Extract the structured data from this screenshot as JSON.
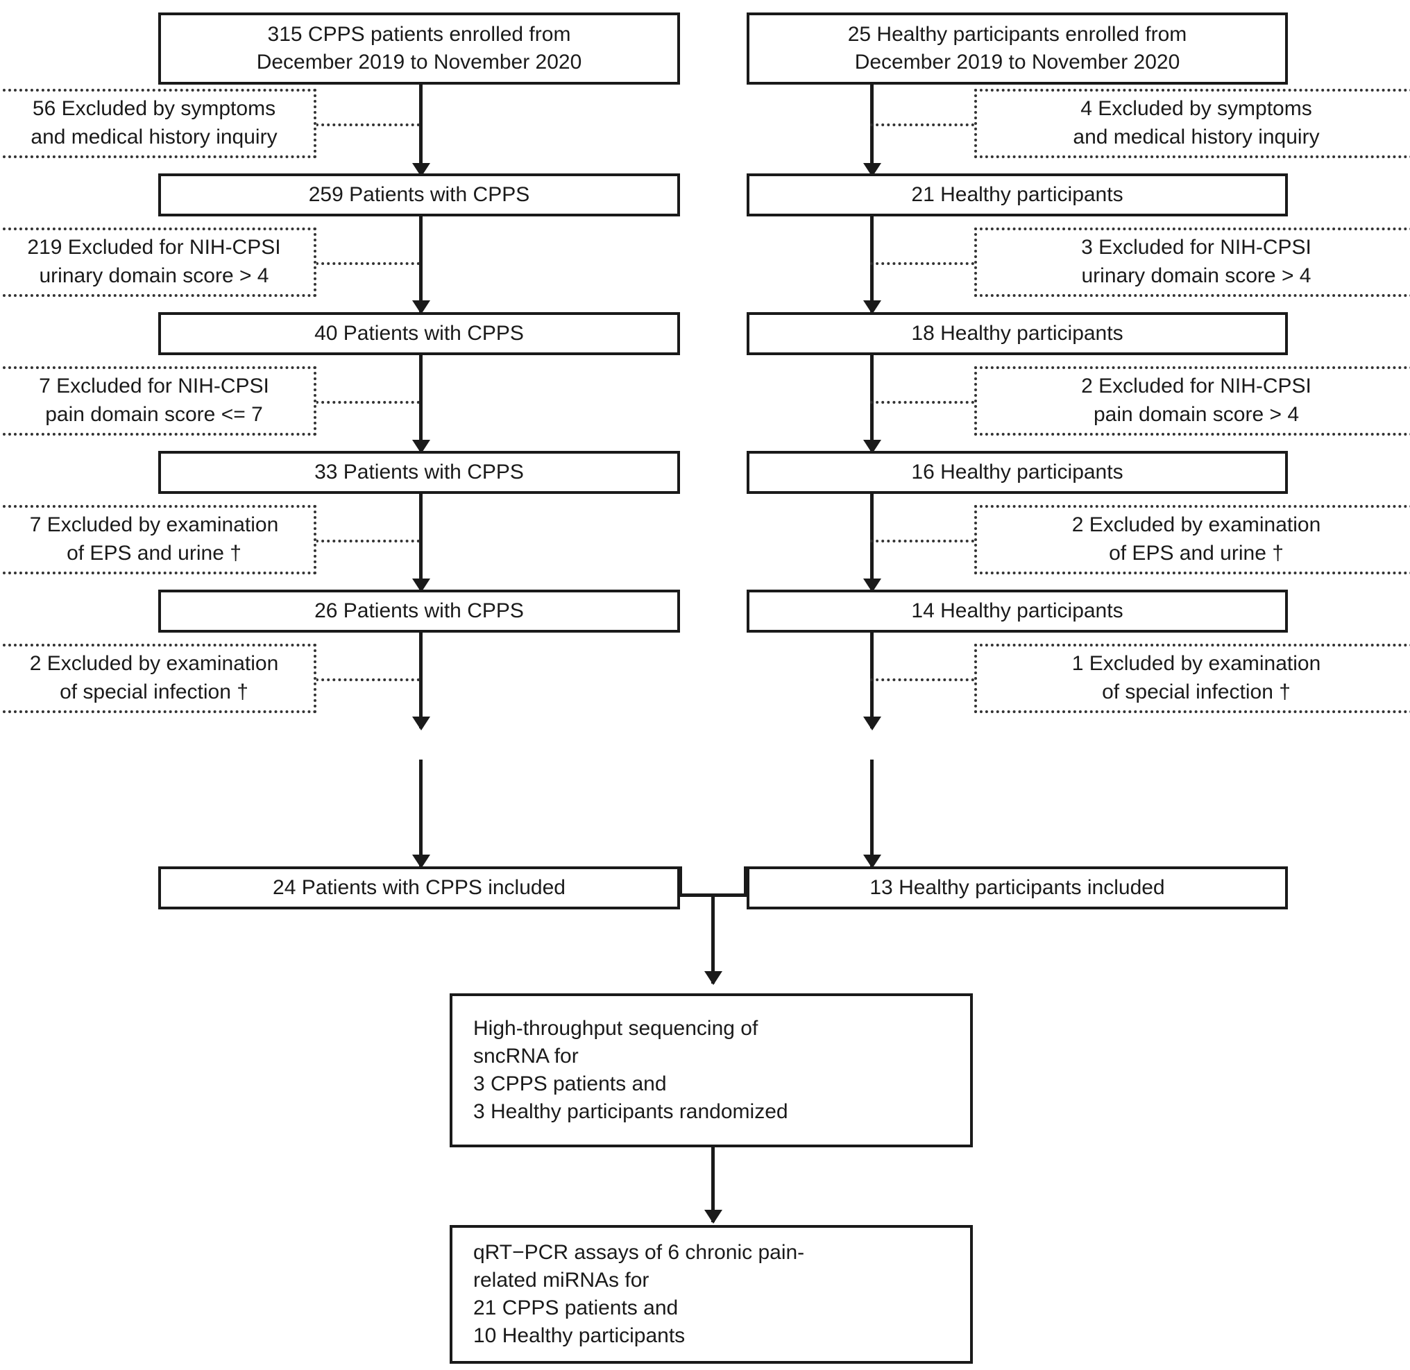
{
  "figure": {
    "type": "flowchart",
    "description": "Participant enrollment and exclusion flow diagram for CPPS patients and healthy participants"
  },
  "left_column": {
    "enrolled": "315 CPPS patients enrolled from\nDecember 2019 to November 2020",
    "after_symptoms": "259 Patients with CPPS",
    "after_urinary": "40 Patients with CPPS",
    "after_pain": "33 Patients with CPPS",
    "after_eps": "26 Patients with CPPS",
    "included": "24 Patients with CPPS included"
  },
  "left_exclusions": {
    "symptoms": "56 Excluded by symptoms\nand medical history inquiry",
    "urinary": "219 Excluded for NIH-CPSI\nurinary domain score > 4",
    "pain": "7 Excluded for NIH-CPSI\npain domain score <= 7",
    "eps": "7 Excluded by examination\nof EPS and urine †",
    "infection": "2 Excluded by examination\nof special infection †"
  },
  "right_column": {
    "enrolled": "25 Healthy participants enrolled from\nDecember 2019 to November 2020",
    "after_symptoms": "21 Healthy participants",
    "after_urinary": "18 Healthy participants",
    "after_pain": "16 Healthy participants",
    "after_eps": "14 Healthy participants",
    "included": "13 Healthy participants included"
  },
  "right_exclusions": {
    "symptoms": "4 Excluded by symptoms\nand medical history inquiry",
    "urinary": "3 Excluded for NIH-CPSI\nurinary domain score > 4",
    "pain": "2 Excluded for NIH-CPSI\npain domain score > 4",
    "eps": "2 Excluded by examination\nof EPS and urine †",
    "infection": "1 Excluded by examination\nof special infection †"
  },
  "merged_steps": {
    "sequencing": "High-throughput sequencing of\nsncRNA for\n  3 CPPS patients and\n  3 Healthy participants randomized",
    "qrtpcr": "qRT−PCR assays of 6 chronic pain-\nrelated miRNAs for\n  21 CPPS patients and\n  10 Healthy participants"
  },
  "colors": {
    "line": "#1a1a1a",
    "dotted": "#333333",
    "background": "#ffffff"
  }
}
